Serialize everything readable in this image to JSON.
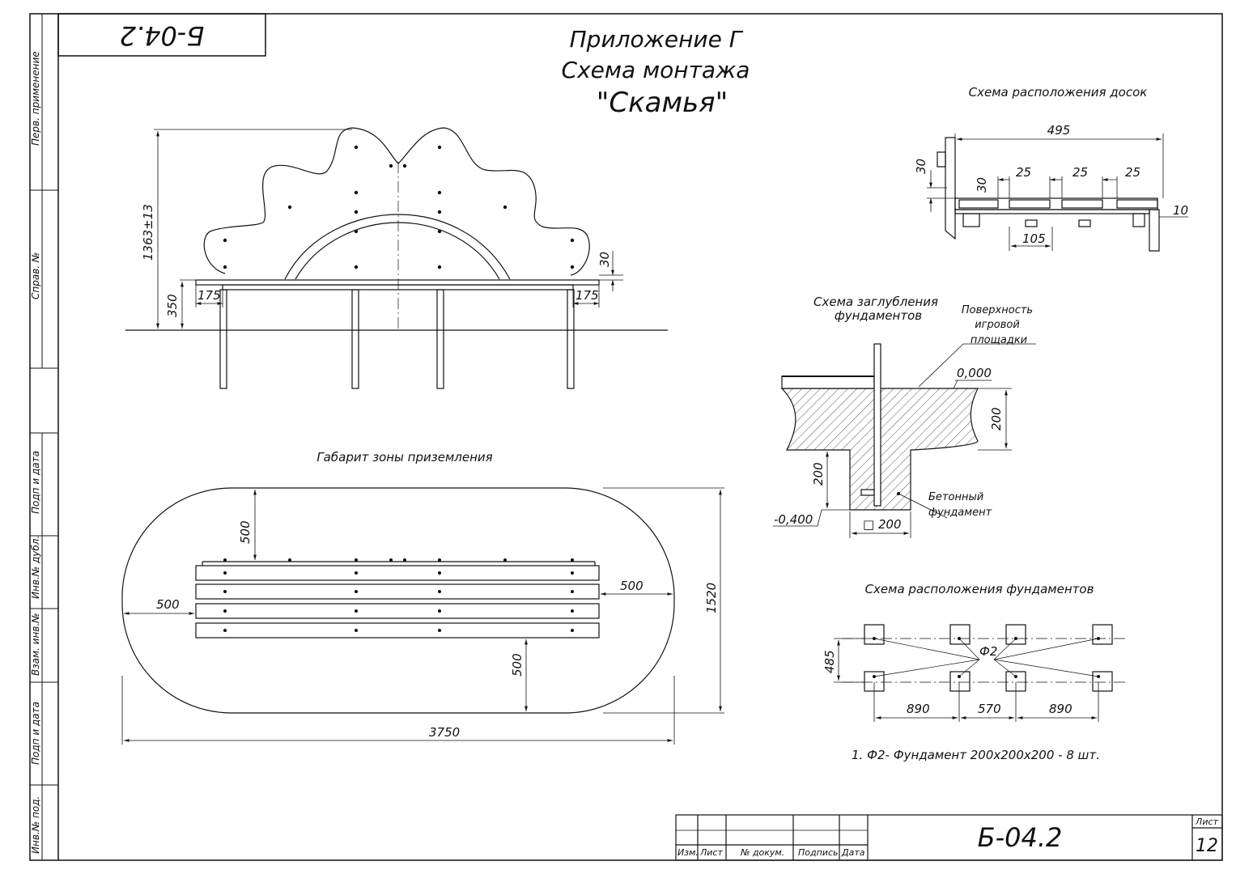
{
  "doc_code": "Б-04.2",
  "doc_code_mirrored": "Б-04.2",
  "title": {
    "line1": "Приложение Г",
    "line2": "Схема монтажа",
    "line3": "\"Скамья\""
  },
  "side_labels": [
    "Перв. применение",
    "Справ. №",
    "Подп и дата",
    "Инв.№ дубл.",
    "Взам. инв.№",
    "Подп и дата",
    "Инв.№ под."
  ],
  "front_view": {
    "dim_height": "1363±13",
    "dim_seat": "350",
    "dim_left": "175",
    "dim_right": "175",
    "dim_30": "30"
  },
  "boards_scheme": {
    "title": "Схема расположения досок",
    "dim_total": "495",
    "dim_30a": "30",
    "dim_30b": "30",
    "dim_25a": "25",
    "dim_25b": "25",
    "dim_25c": "25",
    "dim_10": "10",
    "dim_105": "105"
  },
  "depth_scheme": {
    "title_line1": "Схема заглубления",
    "title_line2": "фундаментов",
    "surface_line1": "Поверхность",
    "surface_line2": "игровой",
    "surface_line3": "площадки",
    "level_zero": "0,000",
    "level_minus": "-0,400",
    "dim_200_right": "200",
    "dim_200_left": "200",
    "dim_200_bottom": "□ 200",
    "concrete_line1": "Бетонный",
    "concrete_line2": "фундамент"
  },
  "landing_zone": {
    "title": "Габарит зоны приземления",
    "dim_top": "500",
    "dim_left": "500",
    "dim_right": "500",
    "dim_bottom": "500",
    "dim_height": "1520",
    "dim_width": "3750"
  },
  "foundation_layout": {
    "title": "Схема расположения фундаментов",
    "label_f2": "Ф2",
    "dim_485": "485",
    "dim_890a": "890",
    "dim_570": "570",
    "dim_890b": "890",
    "note": "1. Ф2- Фундамент 200х200х200 - 8 шт."
  },
  "title_block": {
    "col_izm": "Изм.",
    "col_list": "Лист",
    "col_doc": "№ докум.",
    "col_sign": "Подпись",
    "col_date": "Дата",
    "code": "Б-04.2",
    "sheet_label": "Лист",
    "sheet_num": "12"
  }
}
